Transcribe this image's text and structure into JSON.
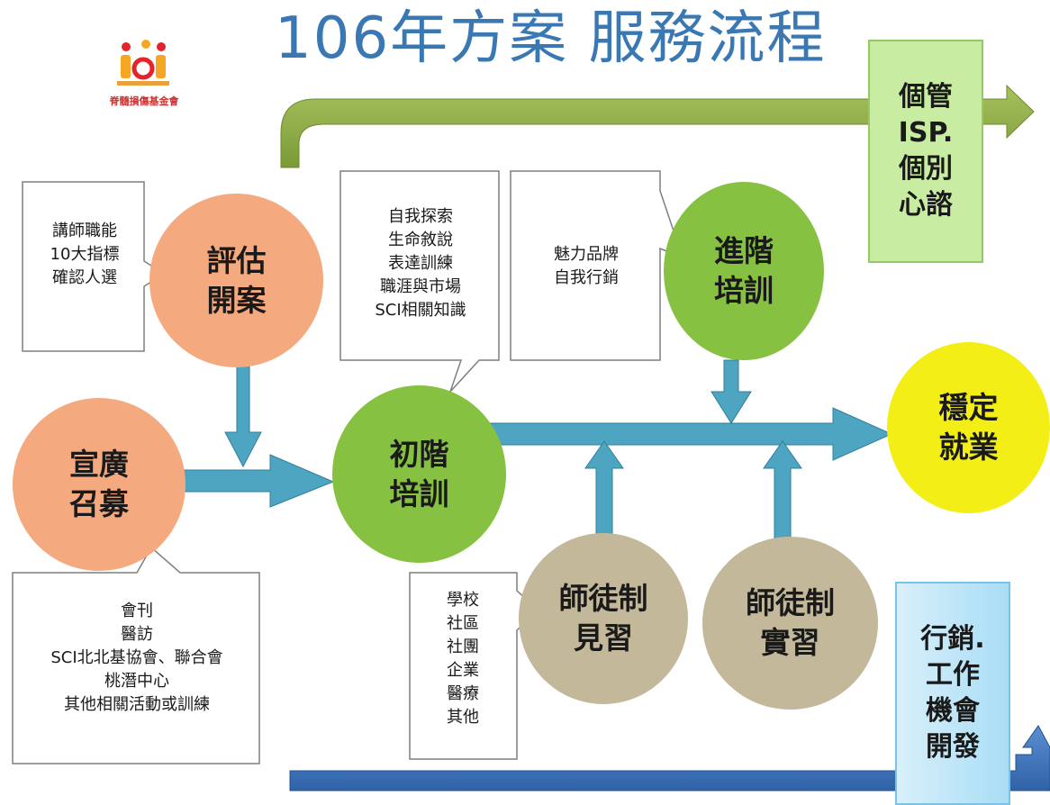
{
  "title": "106年方案  服務流程",
  "logo": {
    "text": "脊髓損傷基金會"
  },
  "nodes": {
    "assessment": {
      "line1": "評估",
      "line2": "開案"
    },
    "recruit": {
      "line1": "宣廣",
      "line2": "召募"
    },
    "basic": {
      "line1": "初階",
      "line2": "培訓"
    },
    "advanced": {
      "line1": "進階",
      "line2": "培訓"
    },
    "stable": {
      "line1": "穩定",
      "line2": "就業"
    },
    "observe": {
      "line1": "師徒制",
      "line2": "見習"
    },
    "intern": {
      "line1": "師徒制",
      "line2": "實習"
    }
  },
  "notes": {
    "assessment": [
      "講師職能",
      "10大指標",
      "確認人選"
    ],
    "basic": [
      "自我探索",
      "生命敘說",
      "表達訓練",
      "職涯與市場",
      "SCI相關知識"
    ],
    "advanced": [
      "魅力品牌",
      "自我行銷"
    ],
    "recruit": [
      "會刊",
      "醫訪",
      "SCI北北基協會、聯合會",
      "桃潛中心",
      "其他相關活動或訓練"
    ],
    "observe": [
      "學校",
      "社區",
      "社團",
      "企業",
      "醫療",
      "其他"
    ]
  },
  "sideboxes": {
    "case_management": [
      "個管",
      "ISP.",
      "個別",
      "心諮"
    ],
    "marketing": [
      "行銷.",
      "工作",
      "機會",
      "開發"
    ]
  }
}
